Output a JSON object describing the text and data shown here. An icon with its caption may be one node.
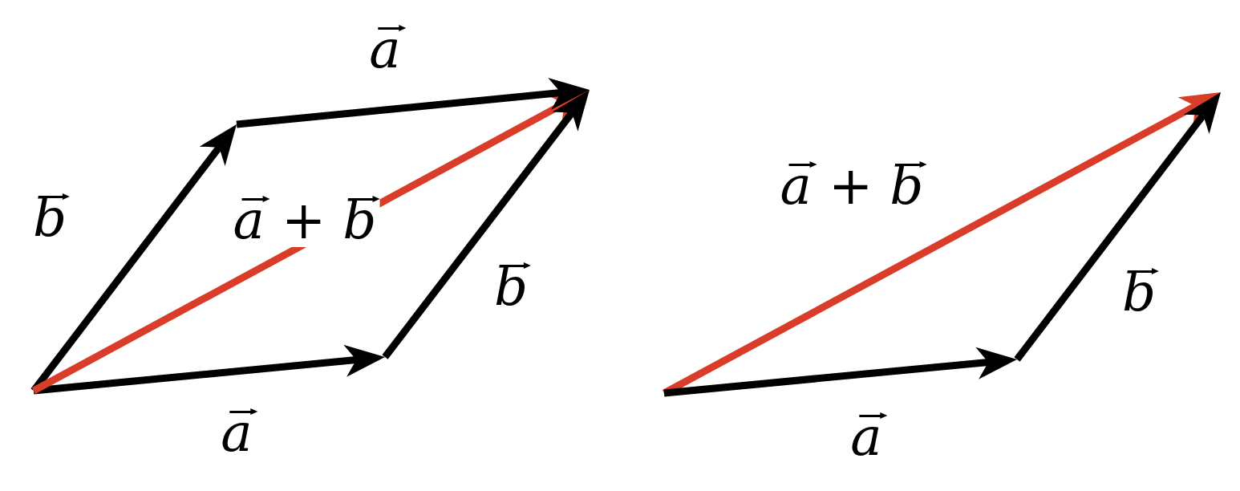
{
  "diagram": {
    "labels": [
      "a⃗",
      "b⃗",
      "a⃗ + b⃗",
      "b⃗",
      "a⃗ + b⃗",
      "b⃗",
      "a⃗",
      "a⃗"
    ]
  }
}
